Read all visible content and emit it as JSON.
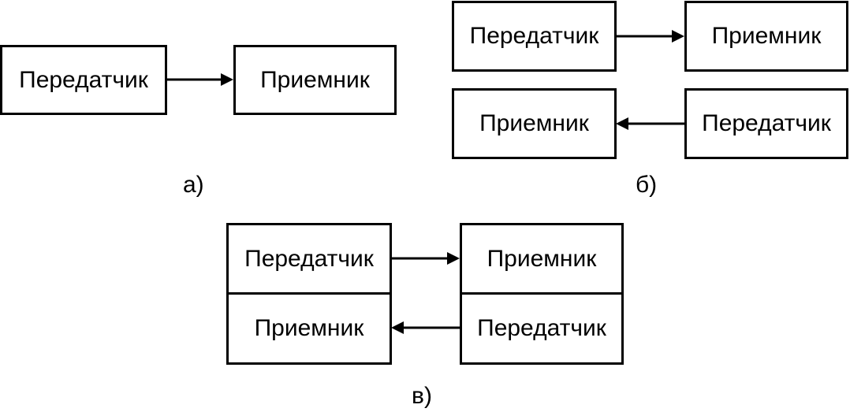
{
  "panel_a": {
    "transmitter": "Передатчик",
    "receiver": "Приемник",
    "caption": "а)"
  },
  "panel_b": {
    "top_transmitter": "Передатчик",
    "top_receiver": "Приемник",
    "bottom_receiver": "Приемник",
    "bottom_transmitter": "Передатчик",
    "caption": "б)"
  },
  "panel_c": {
    "top_transmitter": "Передатчик",
    "top_receiver": "Приемник",
    "bottom_receiver": "Приемник",
    "bottom_transmitter": "Передатчик",
    "caption": "в)"
  },
  "colors": {
    "stroke": "#000000",
    "background": "#ffffff"
  }
}
